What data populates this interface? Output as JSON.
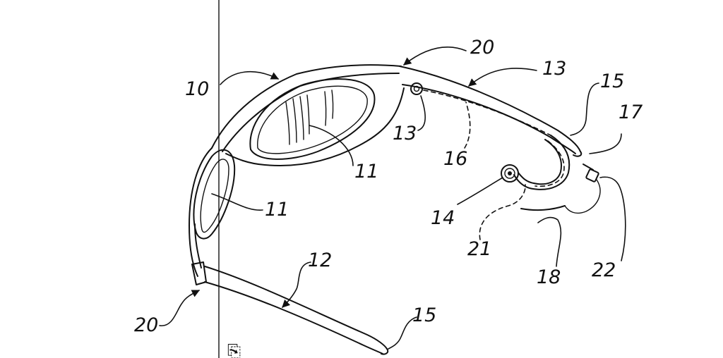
{
  "figure": {
    "reference_numerals": {
      "frame_10": "10",
      "lens_11_right": "11",
      "lens_11_left": "11",
      "temple_12": "12",
      "temple_13": "13",
      "speaker_hole_13": "13",
      "earpiece_14": "14",
      "temple_tip_15_right": "15",
      "temple_tip_15_left": "15",
      "wire_16": "16",
      "jack_17": "17",
      "ear_hook_18": "18",
      "hinge_20_top": "20",
      "hinge_20_left": "20",
      "wire_21": "21",
      "plug_22": "22"
    },
    "corner_mark": "⎘"
  }
}
